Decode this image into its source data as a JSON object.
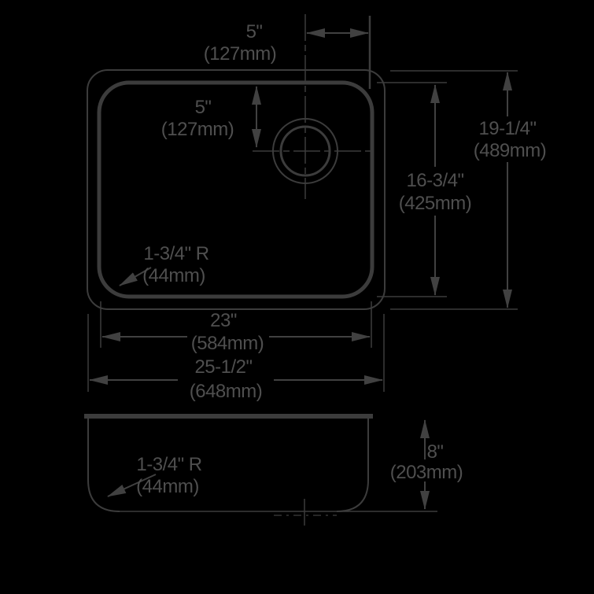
{
  "drawing": {
    "title": "undermount-sink-technical-drawing",
    "colors": {
      "background": "#000000",
      "line": "#3c3c3c",
      "text": "#4f4f4f"
    },
    "plan_view": {
      "dimensions": {
        "drain_to_right_edge": {
          "inches": "5\"",
          "mm": "(127mm)"
        },
        "drain_to_rear_edge": {
          "inches": "5\"",
          "mm": "(127mm)"
        },
        "bowl_front_to_back": {
          "inches": "16-3/4\"",
          "mm": "(425mm)"
        },
        "overall_front_to_back": {
          "inches": "19-1/4\"",
          "mm": "(489mm)"
        },
        "bowl_width": {
          "inches": "23\"",
          "mm": "(584mm)"
        },
        "overall_width": {
          "inches": "25-1/2\"",
          "mm": "(648mm)"
        },
        "bowl_corner_radius": {
          "inches": "1-3/4\" R",
          "mm": "(44mm)"
        }
      }
    },
    "side_view": {
      "dimensions": {
        "bowl_depth": {
          "inches": "8\"",
          "mm": "(203mm)"
        },
        "bottom_corner_radius": {
          "inches": "1-3/4\" R",
          "mm": "(44mm)"
        }
      }
    }
  }
}
